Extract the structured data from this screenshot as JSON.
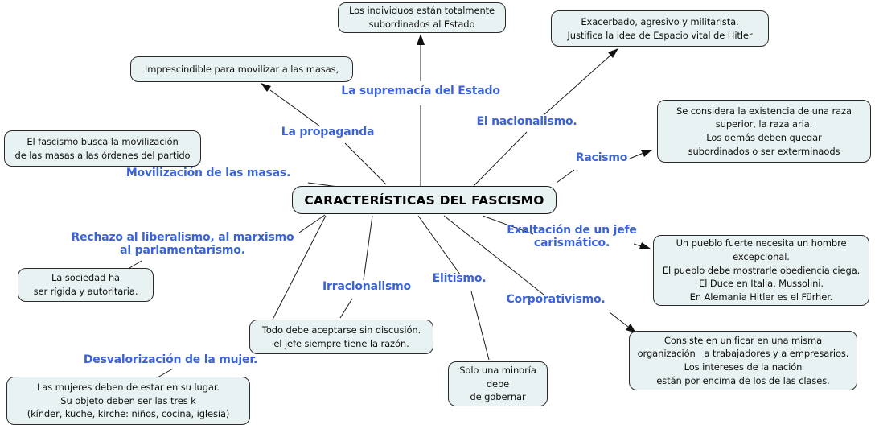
{
  "title": "CARACTERÍSTICAS DEL FASCISMO",
  "colors": {
    "label_blue": "#3b62d6",
    "box_fill": "#e9f2f3",
    "box_border": "#2b2b2b",
    "line_black": "#1a1a1a"
  },
  "links": {
    "supremacia": {
      "label": "La supremacía del Estado",
      "detail": "Los individuos están totalmente\nsubordinados al Estado"
    },
    "propaganda": {
      "label": "La propaganda",
      "detail": "Imprescindible para movilizar a las masas,"
    },
    "nacionalismo": {
      "label": "El nacionalismo.",
      "detail": "Exacerbado, agresivo y militarista.\nJustifica la idea de Espacio vital de Hitler"
    },
    "racismo": {
      "label": "Racismo",
      "detail": "Se considera la existencia de una raza\nsuperior, la raza aria.\nLos demás deben quedar\nsubordinados o ser exterminaods"
    },
    "movilizacion": {
      "label": "Movilización de las masas.",
      "detail": "El fascismo busca la movilización\nde las masas a las órdenes del partido"
    },
    "rechazo": {
      "label": "Rechazo al liberalismo, al marxismo\nal parlamentarismo.",
      "detail": "La sociedad ha\nser rígida y autoritaria."
    },
    "irracionalismo": {
      "label": "Irracionalismo",
      "detail": "Todo debe aceptarse sin discusión.\nel jefe siempre tiene la razón."
    },
    "elitismo": {
      "label": "Elitismo.",
      "detail": "Solo una minoría\ndebe\nde gobernar"
    },
    "exaltacion": {
      "label": "Exaltación de un jefe\ncarismático.",
      "detail": "Un pueblo fuerte necesita un hombre\nexcepcional.\nEl pueblo debe mostrarle obediencia ciega.\nEl Duce en Italia, Mussolini.\nEn Alemania Hitler es el Fürher."
    },
    "corporativismo": {
      "label": "Corporativismo.",
      "detail": "Consiste en unificar en una misma\norganización   a trabajadores y a empresarios.\nLos intereses de la nación\nestán por encima de los de las clases."
    },
    "desvalorizacion": {
      "label": "Desvalorización de la mujer.",
      "detail": "Las mujeres deben de estar en su lugar.\nSu objeto deben ser las tres k\n(kínder, küche, kirche: niños, cocina, iglesia)"
    }
  }
}
